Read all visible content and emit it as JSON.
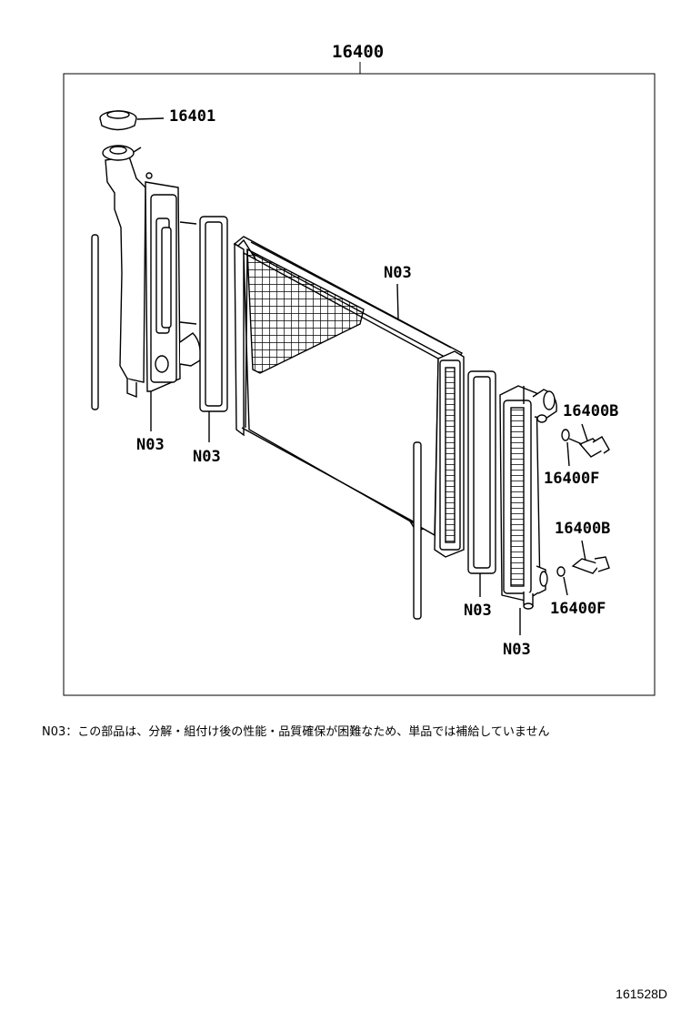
{
  "diagram": {
    "assembly_number": "16400",
    "labels": {
      "cap": "16401",
      "n03_core": "N03",
      "n03_left_tank": "N03",
      "n03_left_gasket": "N03",
      "n03_right_gasket": "N03",
      "n03_right_tank": "N03",
      "plug_upper": "16400B",
      "oring_upper": "16400F",
      "plug_lower": "16400B",
      "oring_lower": "16400F"
    },
    "note": "N03：この部品は、分解・組付け後の性能・品質確保が困難なため、単品では補給していません",
    "drawing_code": "161528D"
  },
  "colors": {
    "line": "#000000",
    "background": "#ffffff"
  }
}
